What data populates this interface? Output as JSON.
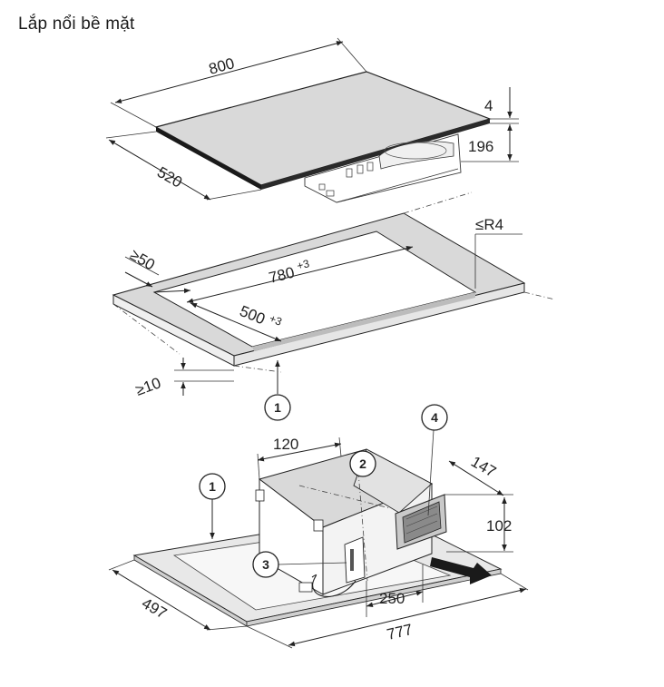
{
  "title": "Lắp nổi bề mặt",
  "dimensions": {
    "hob_width": "800",
    "hob_depth": "520",
    "glass_thickness": "4",
    "total_height": "196",
    "min_edge_distance": "≥50",
    "cutout_width": "780",
    "cutout_width_tol": "+3",
    "cutout_depth": "500",
    "cutout_depth_tol": "+3",
    "corner_radius": "≤R4",
    "min_worktop_thickness": "≥10",
    "housing_width": "120",
    "outlet_depth": "147",
    "outlet_height": "102",
    "outlet_offset": "250",
    "base_width": "777",
    "base_depth": "497"
  },
  "callouts": [
    "1",
    "1",
    "2",
    "3",
    "4"
  ]
}
